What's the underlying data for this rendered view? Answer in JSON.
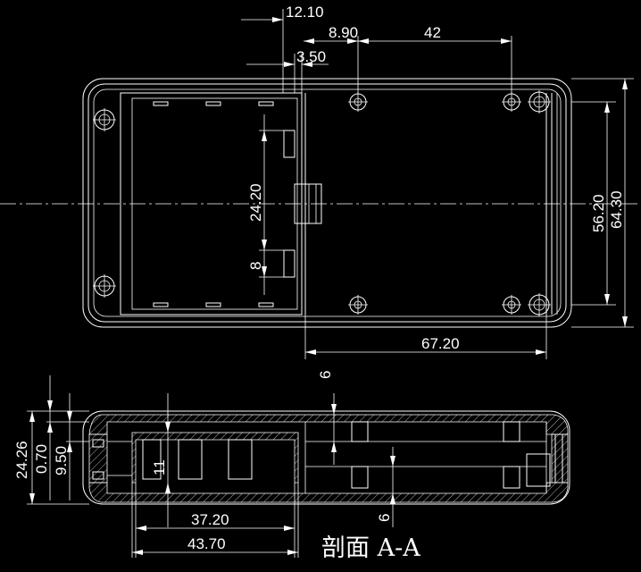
{
  "top_view": {
    "dim_12_10": "12.10",
    "dim_8_90": "8.90",
    "dim_42": "42",
    "dim_3_50": "3.50",
    "dim_24_20": "24.20",
    "dim_8": "8",
    "dim_56_20": "56.20",
    "dim_64_30": "64.30",
    "dim_67_20": "67.20"
  },
  "section_view": {
    "dim_6_top": "6",
    "dim_6_bottom": "6",
    "dim_24_26": "24.26",
    "dim_0_70": "0.70",
    "dim_9_50": "9.50",
    "dim_11": "11",
    "dim_37_20": "37.20",
    "dim_43_70": "43.70",
    "title": "剖面 A-A"
  }
}
